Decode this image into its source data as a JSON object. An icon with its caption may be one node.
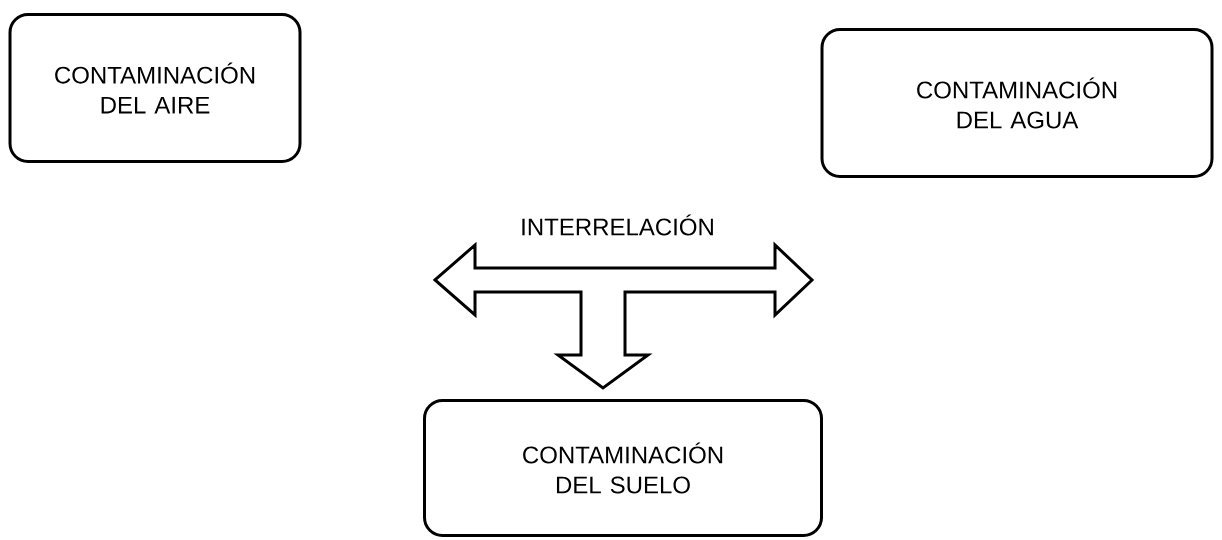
{
  "diagram": {
    "nodes": [
      {
        "text": [
          "CONTAMINACIÓN DEL AIRE"
        ]
      },
      {
        "text": [
          "CONTAMINACIÓN DEL AGUA"
        ]
      },
      {
        "text": [
          "CONTAMINACIÓN DEL SUELO"
        ]
      }
    ],
    "edges": [
      {
        "from": 0,
        "to": 1,
        "arrow": "both",
        "label": "INTERRELACIÓN"
      },
      {
        "from": null,
        "to": 2,
        "arrow": "to"
      }
    ]
  }
}
